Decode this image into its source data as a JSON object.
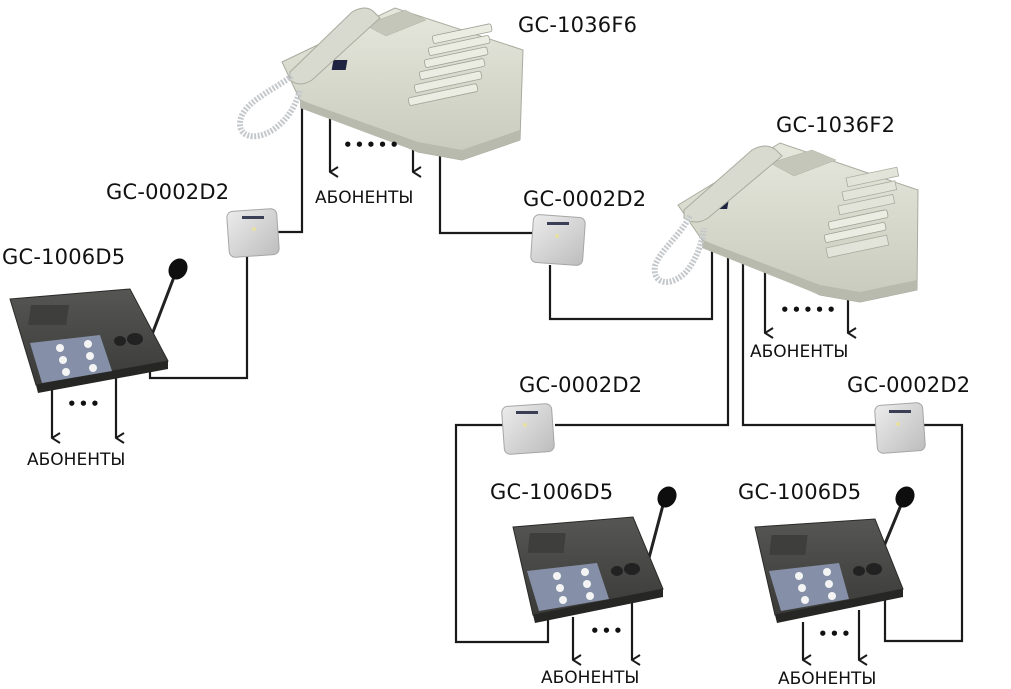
{
  "diagram": {
    "title": "",
    "colors": {
      "wire": "#1a1a1a",
      "master_body": "#dcddd0",
      "master_shadow": "#b9bbae",
      "substation_body": "#4a4a48",
      "substation_dark": "#2f2f2e",
      "keypad_panel": "#7f8aa0",
      "splitter_body": "#d6d6d6",
      "text": "#111111"
    },
    "nodes": [
      {
        "id": "master-1",
        "type": "master-station",
        "model": "GC-1036F6",
        "buttons_rows": 6,
        "buttons_cols": 6
      },
      {
        "id": "master-2",
        "type": "master-station",
        "model": "GC-1036F2",
        "buttons_rows": 2,
        "buttons_cols": 6
      },
      {
        "id": "splitter-1",
        "type": "line-splitter",
        "model": "GC-0002D2"
      },
      {
        "id": "splitter-2",
        "type": "line-splitter",
        "model": "GC-0002D2"
      },
      {
        "id": "splitter-3",
        "type": "line-splitter",
        "model": "GC-0002D2"
      },
      {
        "id": "splitter-4",
        "type": "line-splitter",
        "model": "GC-0002D2"
      },
      {
        "id": "sub-1",
        "type": "substation",
        "model": "GC-1006D5"
      },
      {
        "id": "sub-2",
        "type": "substation",
        "model": "GC-1006D5"
      },
      {
        "id": "sub-3",
        "type": "substation",
        "model": "GC-1006D5"
      }
    ],
    "subscriber_groups": [
      {
        "id": "subs-master-1",
        "label": "АБОНЕНТЫ",
        "ellipsis": "•••••"
      },
      {
        "id": "subs-master-2",
        "label": "АБОНЕНТЫ",
        "ellipsis": "•••••"
      },
      {
        "id": "subs-sub-1",
        "label": "АБОНЕНТЫ",
        "ellipsis": "•••"
      },
      {
        "id": "subs-sub-2",
        "label": "АБОНЕНТЫ",
        "ellipsis": "•••"
      },
      {
        "id": "subs-sub-3",
        "label": "АБОНЕНТЫ",
        "ellipsis": "•••"
      }
    ],
    "edges": [
      {
        "from": "master-1",
        "to": "splitter-1"
      },
      {
        "from": "splitter-1",
        "to": "sub-1"
      },
      {
        "from": "master-1",
        "to": "splitter-2"
      },
      {
        "from": "splitter-2",
        "to": "master-2"
      },
      {
        "from": "master-2",
        "to": "splitter-3"
      },
      {
        "from": "splitter-3",
        "to": "sub-2"
      },
      {
        "from": "master-2",
        "to": "splitter-4"
      },
      {
        "from": "splitter-4",
        "to": "sub-3"
      },
      {
        "from": "master-1",
        "to": "subs-master-1"
      },
      {
        "from": "master-2",
        "to": "subs-master-2"
      },
      {
        "from": "sub-1",
        "to": "subs-sub-1"
      },
      {
        "from": "sub-2",
        "to": "subs-sub-2"
      },
      {
        "from": "sub-3",
        "to": "subs-sub-3"
      }
    ]
  }
}
